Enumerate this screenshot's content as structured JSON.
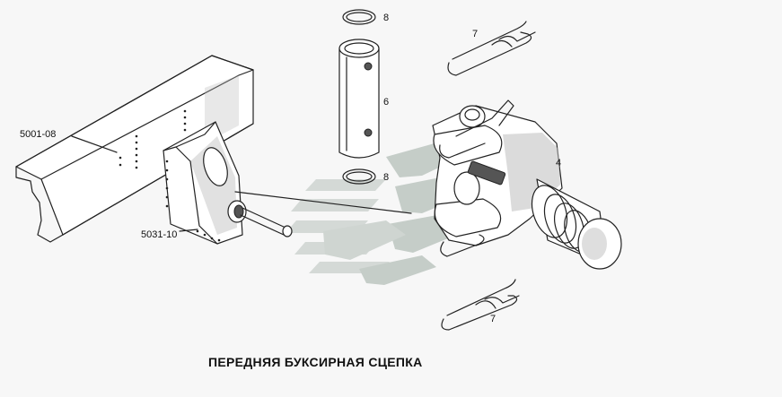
{
  "caption": "ПЕРЕДНЯЯ БУКСИРНАЯ СЦЕПКА",
  "callouts": {
    "frame": "5001-08",
    "bracket": "5031-10",
    "cotter_top": "7",
    "cotter_bottom": "7",
    "ring_top": "8",
    "ring_bottom": "8",
    "pin": "6",
    "coupling": "4"
  },
  "watermark_colors": {
    "light": "#d7dcd9",
    "dark": "#b9c2bd"
  }
}
